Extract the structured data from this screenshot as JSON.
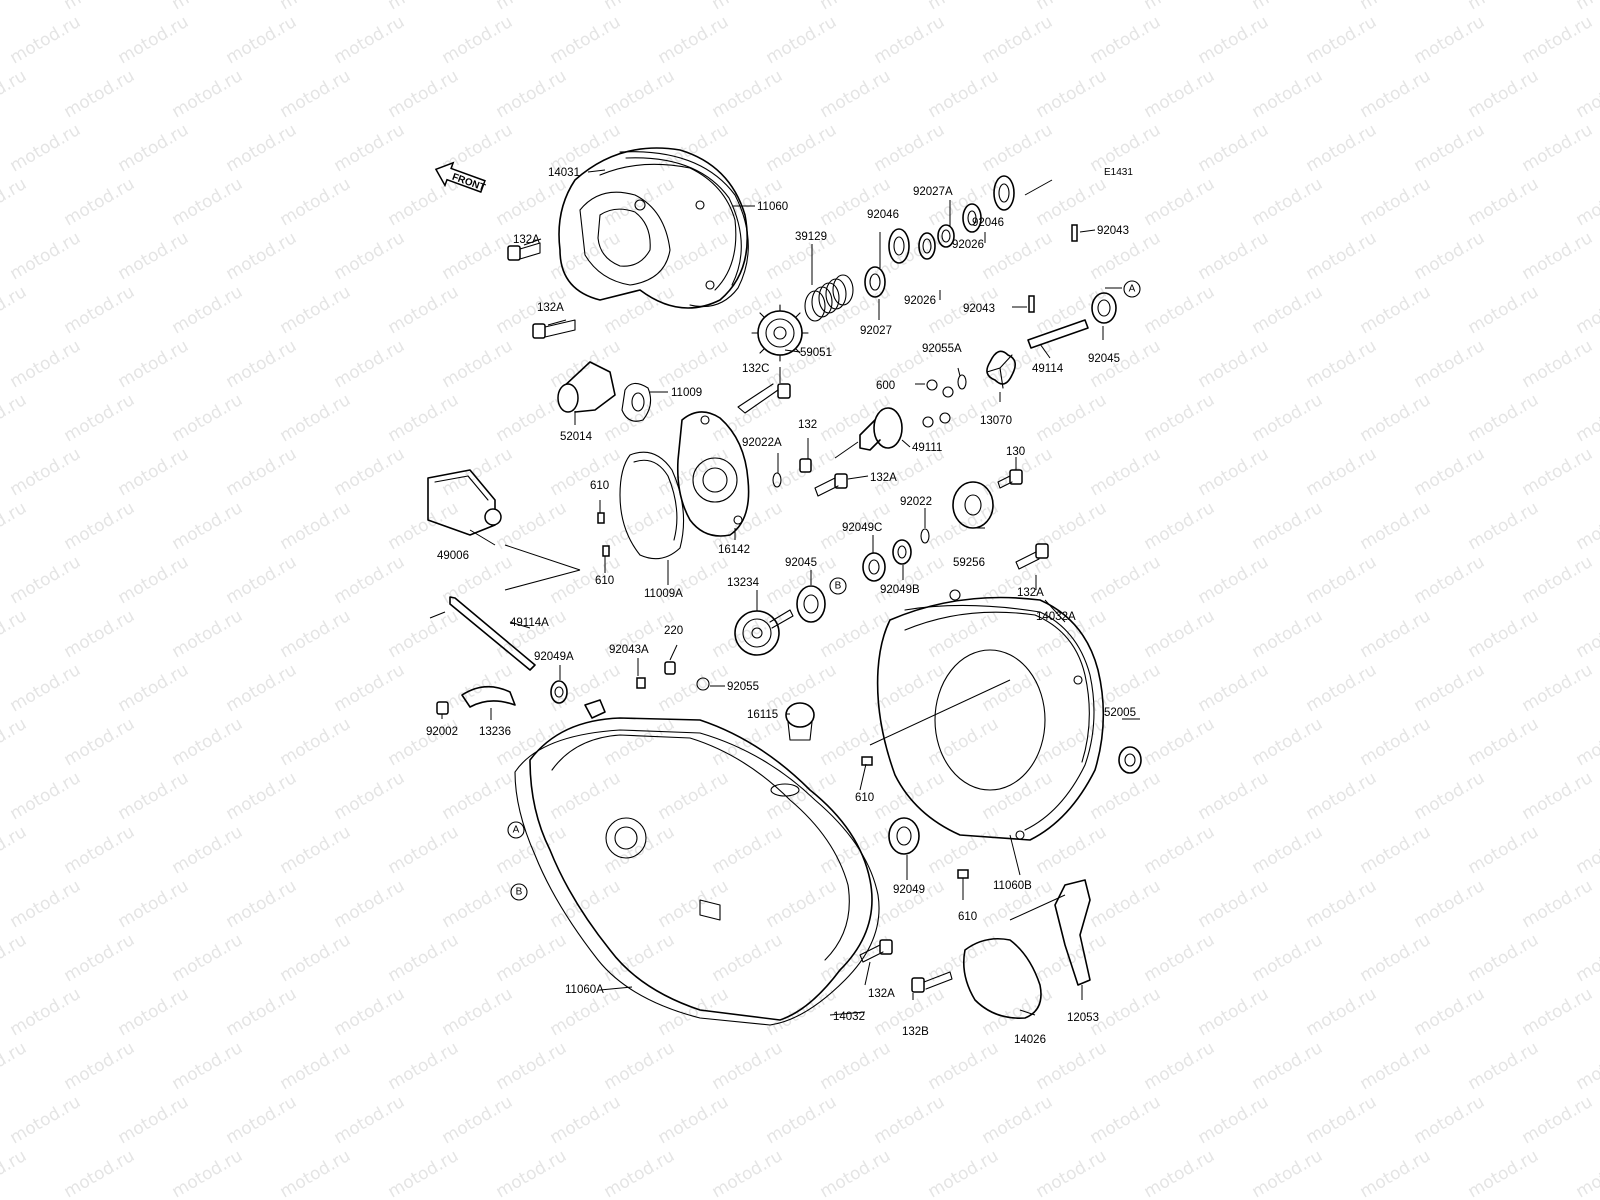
{
  "watermark": "motod.ru",
  "diagram_code": "E1431",
  "front_arrow_text": "FRONT",
  "ref_markers": {
    "A": "A",
    "B": "B"
  },
  "labels": {
    "p14031": "14031",
    "p11060": "11060",
    "p132A_1": "132A",
    "p132A_2": "132A",
    "p11009": "11009",
    "p52014": "52014",
    "p132C": "132C",
    "p39129": "39129",
    "p59051": "59051",
    "p92046_1": "92046",
    "p92027A": "92027A",
    "p92046_2": "92046",
    "p92026_1": "92026",
    "p92026_2": "92026",
    "p92027": "92027",
    "p92043_1": "92043",
    "p92043_2": "92043",
    "pA_92045": "92045",
    "p49114": "49114",
    "p92055A": "92055A",
    "p600": "600",
    "p13070": "13070",
    "p132": "132",
    "p92022A": "92022A",
    "p49111": "49111",
    "p130": "130",
    "p132A_3": "132A",
    "p92022": "92022",
    "p610_1": "610",
    "p610_2": "610",
    "p16142": "16142",
    "p11009A": "11009A",
    "p49006": "49006",
    "p92049C": "92049C",
    "p92045_2": "92045",
    "p92049B": "92049B",
    "p59256": "59256",
    "p13234": "13234",
    "p132A_4": "132A",
    "p14032A": "14032A",
    "p49114A": "49114A",
    "p92049A": "92049A",
    "p92043A": "92043A",
    "p220": "220",
    "p92055": "92055",
    "p16115": "16115",
    "p92002": "92002",
    "p13236": "13236",
    "p52005": "52005",
    "p610_3": "610",
    "p92049": "92049",
    "p11060B": "11060B",
    "p610_4": "610",
    "p11060A": "11060A",
    "p132A_5": "132A",
    "p14032": "14032",
    "p132B": "132B",
    "p14026": "14026",
    "p12053": "12053"
  }
}
